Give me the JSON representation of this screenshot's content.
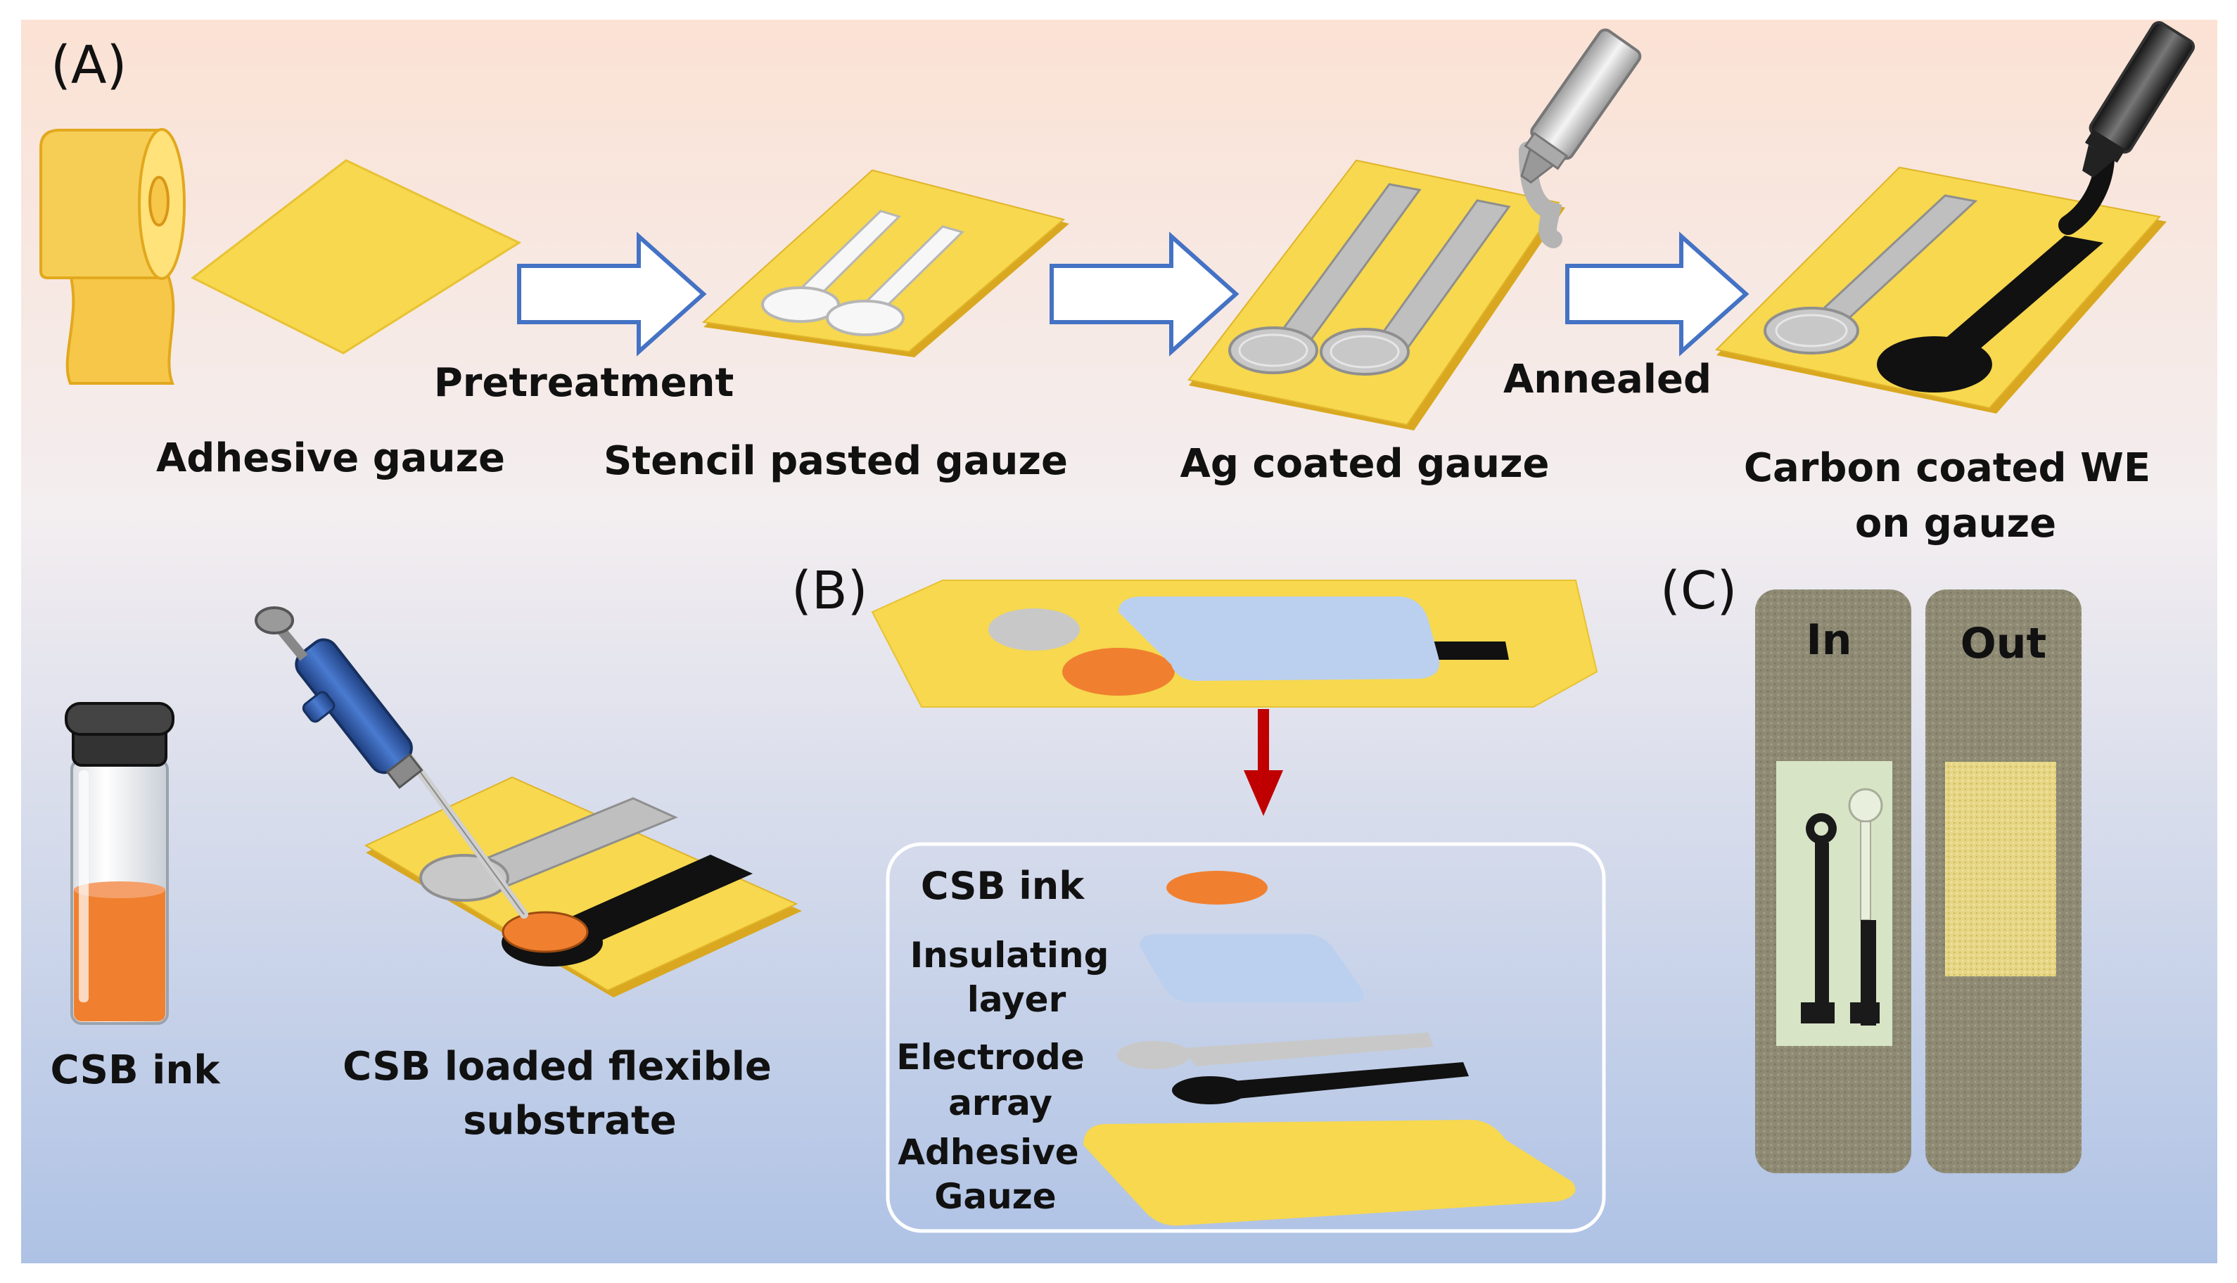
{
  "panels": {
    "a": "(A)",
    "b": "(B)",
    "c": "(C)"
  },
  "steps": {
    "adhesive_gauze": "Adhesive gauze",
    "pretreatment": "Pretreatment",
    "stencil_pasted_gauze": "Stencil pasted gauze",
    "ag_coated_gauze": "Ag coated gauze",
    "annealed": "Annealed",
    "carbon_coated_we_line1": "Carbon coated WE",
    "carbon_coated_we_line2": "on gauze",
    "csb_ink": "CSB ink",
    "csb_loaded_line1": "CSB loaded flexible",
    "csb_loaded_line2": "substrate"
  },
  "layers": {
    "csb_ink": "CSB ink",
    "insulating_line1": "Insulating",
    "insulating_line2": "layer",
    "electrode_line1": "Electrode",
    "electrode_line2": "array",
    "adhesive_line1": "Adhesive",
    "adhesive_line2": "Gauze"
  },
  "photo": {
    "in": "In",
    "out": "Out"
  },
  "colors": {
    "gauze_yellow": "#F7D84E",
    "gauze_edge": "#D9A820",
    "silver": "#C8C8C8",
    "carbon": "#111111",
    "csb_orange": "#F08A3C",
    "insulating_blue": "#BBD0EE",
    "arrow_blue": "#4472C4",
    "arrow_red": "#C00000",
    "bg_top": "#FBE3D6",
    "bg_bottom": "#AFC3E6"
  }
}
